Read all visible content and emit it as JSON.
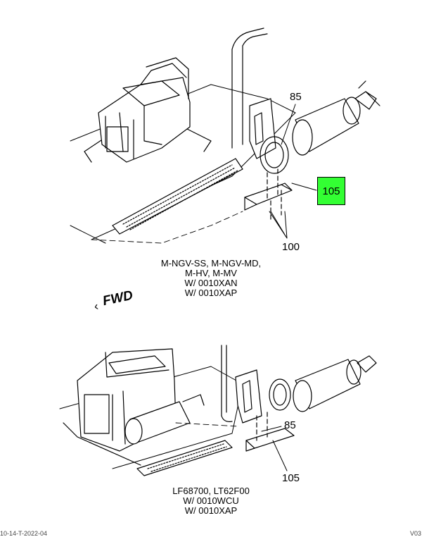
{
  "top_diagram": {
    "callouts": {
      "label_85": "85",
      "label_105": "105",
      "label_100": "100"
    },
    "caption_lines": [
      "M-NGV-SS, M-NGV-MD,",
      "M-HV, M-MV",
      "W/ 0010XAN",
      "W/ 0010XAP"
    ],
    "hotspot_color": "#33ff33"
  },
  "fwd_marker": {
    "text": "FWD"
  },
  "bottom_diagram": {
    "callouts": {
      "label_85": "85",
      "label_105": "105"
    },
    "caption_lines": [
      "LF68700, LT62F00",
      "W/ 0010WCU",
      "W/ 0010XAP"
    ]
  },
  "footer": {
    "left_text": "10-14-T-2022-04",
    "right_text": "V03"
  }
}
